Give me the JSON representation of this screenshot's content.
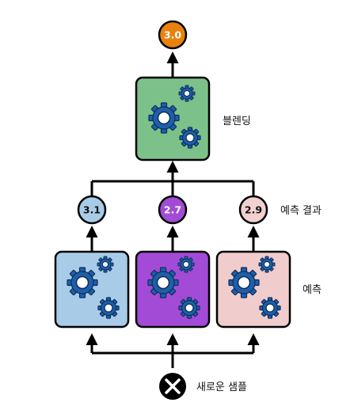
{
  "labels": {
    "blending": "블렌딩",
    "predictions": "예측 결과",
    "predict": "예측",
    "new_sample": "새로운 샘플"
  },
  "final_output": {
    "value": "3.0",
    "color": "#e8820c",
    "text_color": "#ffffff"
  },
  "blender": {
    "color": "#7cc08a"
  },
  "predictors": [
    {
      "color": "#a8cbe8",
      "prediction": "3.1",
      "pred_color": "#a8cbe8",
      "pred_text_color": "#111111"
    },
    {
      "color": "#a24bd6",
      "prediction": "2.7",
      "pred_color": "#a24bd6",
      "pred_text_color": "#ffffff"
    },
    {
      "color": "#f0cccc",
      "prediction": "2.9",
      "pred_color": "#f2d0d0",
      "pred_text_color": "#111111"
    }
  ],
  "gear_color": "#1f5fa8",
  "icons": [
    "gear-icon",
    "close-icon"
  ]
}
